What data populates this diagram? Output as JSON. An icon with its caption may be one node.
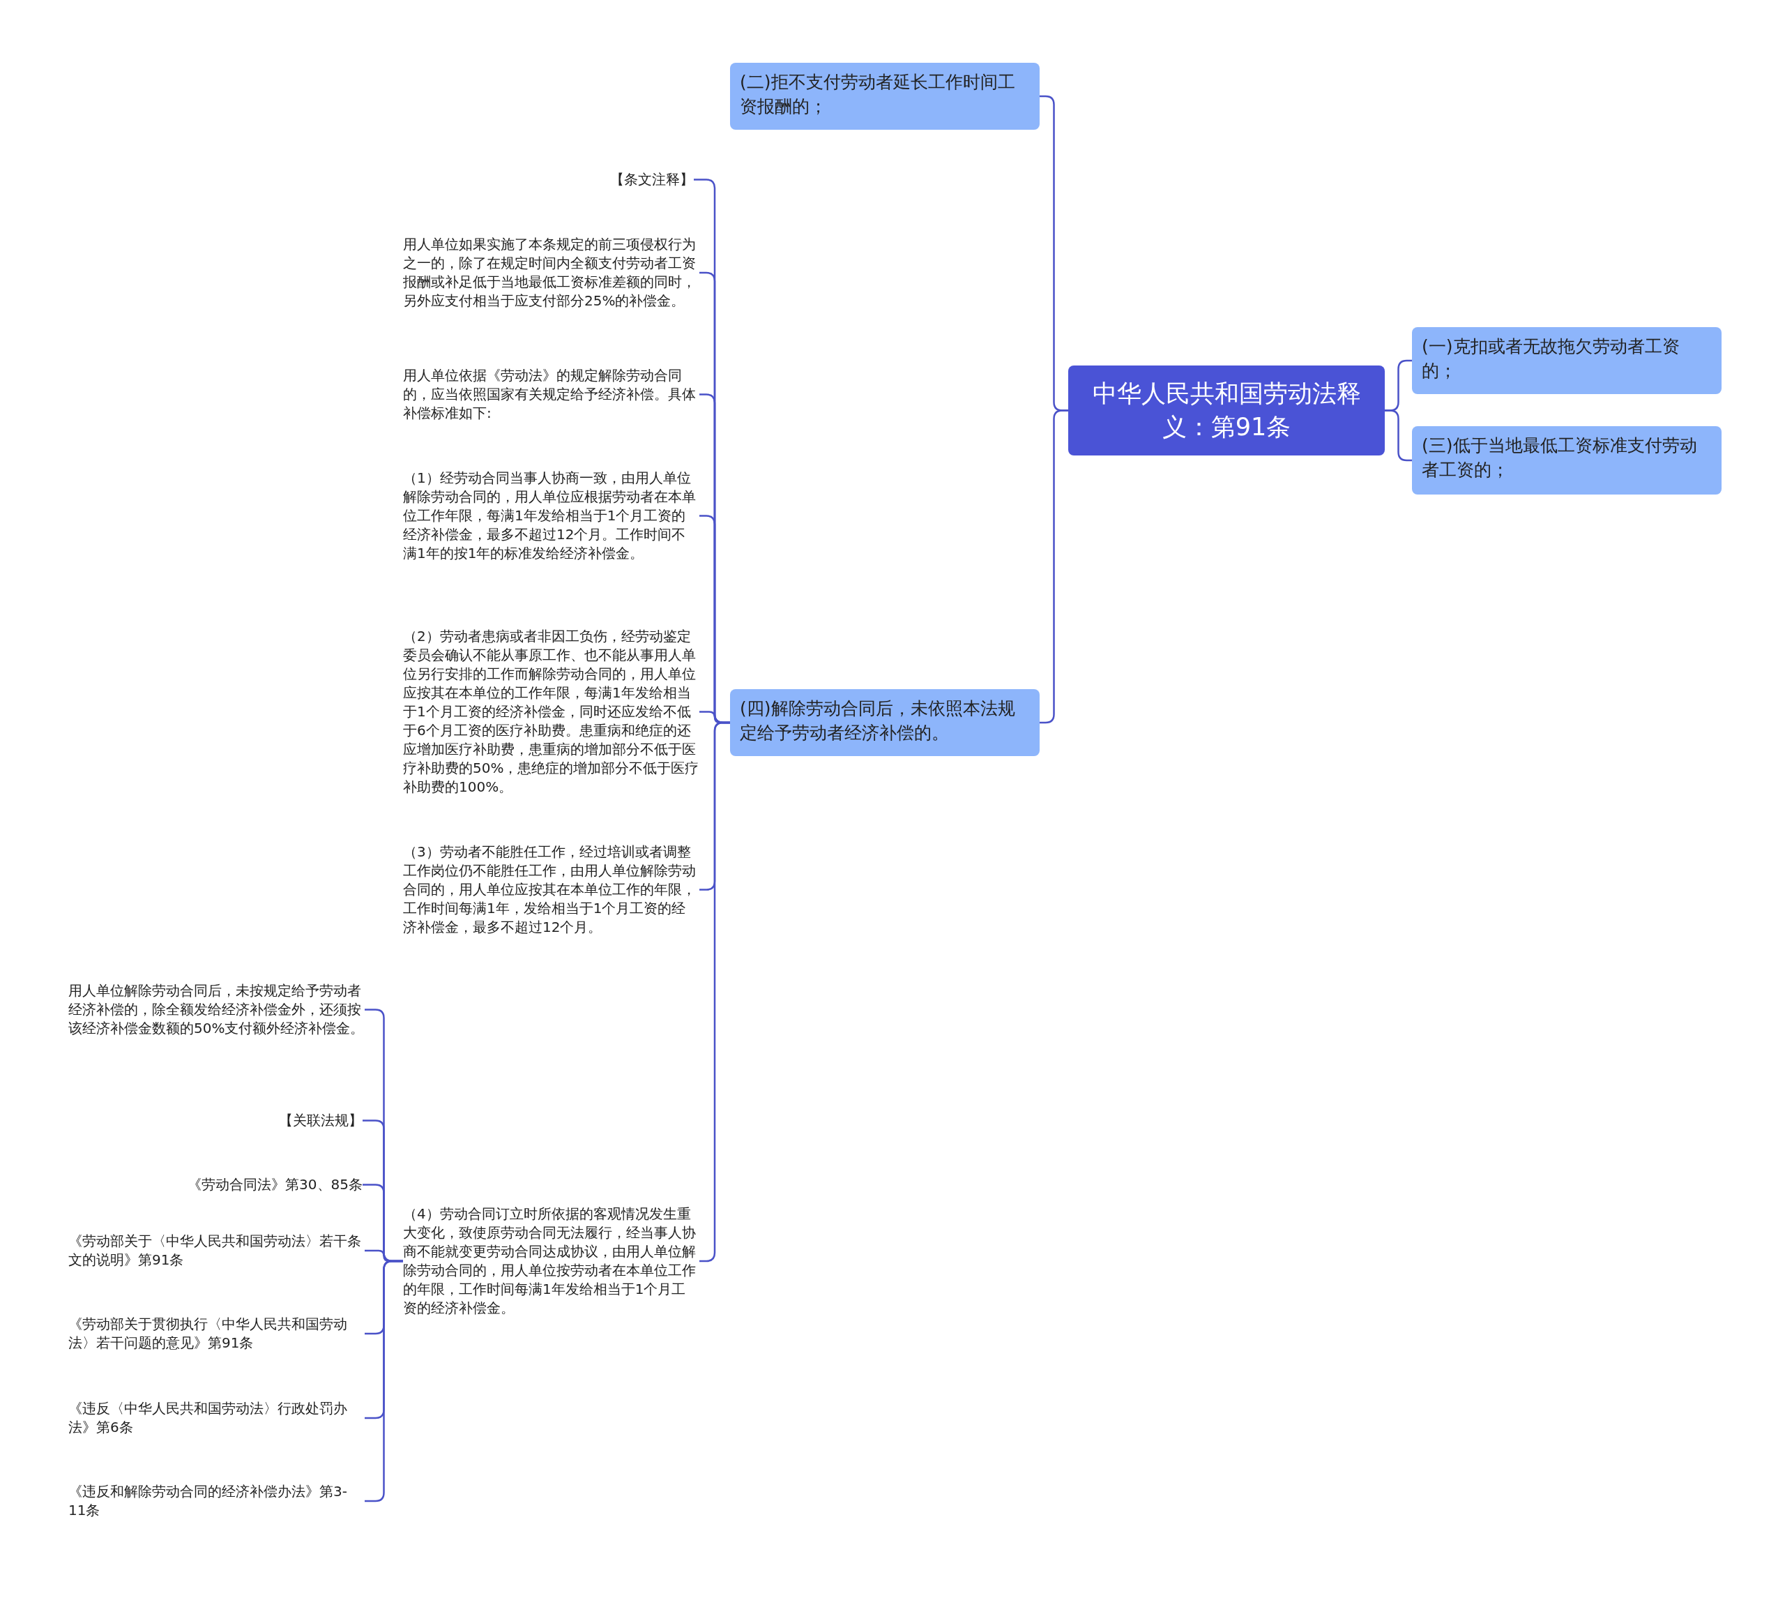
{
  "diagram": {
    "nodes": [
      {
        "text": [
          "中华人民共和国劳动法释义：第91条"
        ]
      },
      {
        "text": [
          "(二)拒不支付劳动者延长工作时间工资报酬的；"
        ]
      },
      {
        "text": [
          "(四)解除劳动合同后，未依照本法规定给予劳动者经济补偿的。"
        ]
      },
      {
        "text": [
          "(一)克扣或者无故拖欠劳动者工资的；"
        ]
      },
      {
        "text": [
          "(三)低于当地最低工资标准支付劳动者工资的；"
        ]
      },
      {
        "text": [
          "【条文注释】"
        ]
      },
      {
        "text": [
          "用人单位如果实施了本条规定的前三项侵权行为之一的，除了在规定时间内全额支付劳动者工资报酬或补足低于当地最低工资标准差额的同时，另外应支付相当于应支付部分25%的补偿金。"
        ]
      },
      {
        "text": [
          "用人单位依据《劳动法》的规定解除劳动合同的，应当依照国家有关规定给予经济补偿。具体补偿标准如下:"
        ]
      },
      {
        "text": [
          "（1）经劳动合同当事人协商一致，由用人单位解除劳动合同的，用人单位应根据劳动者在本单位工作年限，每满1年发给相当于1个月工资的经济补偿金，最多不超过12个月。工作时间不满1年的按1年的标准发给经济补偿金。"
        ]
      },
      {
        "text": [
          "（2）劳动者患病或者非因工负伤，经劳动鉴定委员会确认不能从事原工作、也不能从事用人单位另行安排的工作而解除劳动合同的，用人单位应按其在本单位的工作年限，每满1年发给相当于1个月工资的经济补偿金，同时还应发给不低于6个月工资的医疗补助费。患重病和绝症的还应增加医疗补助费，患重病的增加部分不低于医疗补助费的50%，患绝症的增加部分不低于医疗补助费的100%。"
        ]
      },
      {
        "text": [
          "（3）劳动者不能胜任工作，经过培训或者调整工作岗位仍不能胜任工作，由用人单位解除劳动合同的，用人单位应按其在本单位工作的年限，工作时间每满1年，发给相当于1个月工资的经济补偿金，最多不超过12个月。"
        ]
      },
      {
        "text": [
          "（4）劳动合同订立时所依据的客观情况发生重大变化，致使原劳动合同无法履行，经当事人协商不能就变更劳动合同达成协议，由用人单位解除劳动合同的，用人单位按劳动者在本单位工作的年限，工作时间每满1年发给相当于1个月工资的经济补偿金。"
        ]
      },
      {
        "text": [
          "用人单位解除劳动合同后，未按规定给予劳动者经济补偿的，除全额发给经济补偿金外，还须按该经济补偿金数额的50%支付额外经济补偿金。"
        ]
      },
      {
        "text": [
          "【关联法规】"
        ]
      },
      {
        "text": [
          "《劳动合同法》第30、85条"
        ]
      },
      {
        "text": [
          "《劳动部关于〈中华人民共和国劳动法〉若干条文的说明》第91条"
        ]
      },
      {
        "text": [
          "《劳动部关于贯彻执行〈中华人民共和国劳动法〉若干问题的意见》第91条"
        ]
      },
      {
        "text": [
          "《违反〈中华人民共和国劳动法〉行政处罚办法》第6条"
        ]
      },
      {
        "text": [
          "《违反和解除劳动合同的经济补偿办法》第3-11条"
        ]
      }
    ],
    "edges": [
      {
        "from": 0,
        "to": 1,
        "arrow": "none"
      },
      {
        "from": 0,
        "to": 2,
        "arrow": "none"
      },
      {
        "from": 0,
        "to": 3,
        "arrow": "none"
      },
      {
        "from": 0,
        "to": 4,
        "arrow": "none"
      },
      {
        "from": 2,
        "to": 5,
        "arrow": "none"
      },
      {
        "from": 2,
        "to": 6,
        "arrow": "none"
      },
      {
        "from": 2,
        "to": 7,
        "arrow": "none"
      },
      {
        "from": 2,
        "to": 8,
        "arrow": "none"
      },
      {
        "from": 2,
        "to": 9,
        "arrow": "none"
      },
      {
        "from": 2,
        "to": 10,
        "arrow": "none"
      },
      {
        "from": 2,
        "to": 11,
        "arrow": "none"
      },
      {
        "from": 11,
        "to": 12,
        "arrow": "none"
      },
      {
        "from": 11,
        "to": 13,
        "arrow": "none"
      },
      {
        "from": 11,
        "to": 14,
        "arrow": "none"
      },
      {
        "from": 11,
        "to": 15,
        "arrow": "none"
      },
      {
        "from": 11,
        "to": 16,
        "arrow": "none"
      },
      {
        "from": 11,
        "to": 17,
        "arrow": "none"
      },
      {
        "from": 11,
        "to": 18,
        "arrow": "none"
      }
    ]
  }
}
